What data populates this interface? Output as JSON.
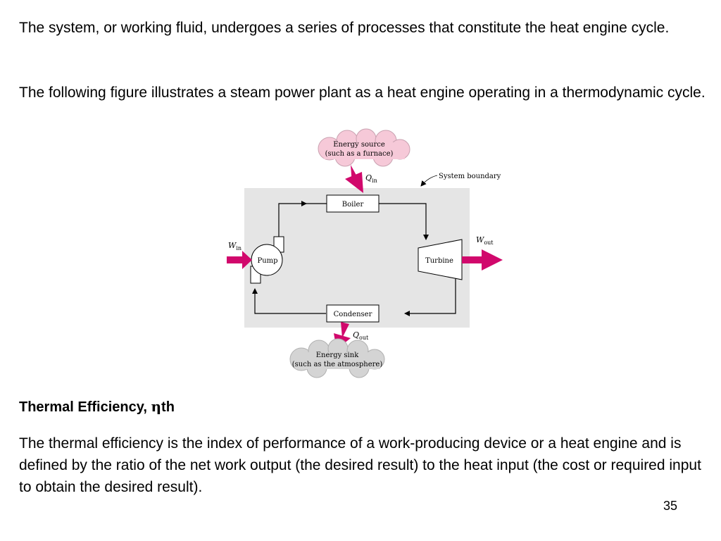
{
  "text": {
    "paragraph_1": "The system, or working fluid, undergoes a series of processes that constitute the heat engine cycle.",
    "paragraph_2": "The following figure illustrates a steam power plant as a heat engine operating in a thermodynamic cycle.",
    "heading_prefix": "Thermal Efficiency, ",
    "heading_symbol": "η",
    "heading_suffix": "th",
    "paragraph_3": "The thermal efficiency is the index of performance of a work-producing device or a heat engine and is defined by the ratio of the net work output (the desired result) to the heat input (the cost or required input to obtain the desired result).",
    "page_number": "35"
  },
  "diagram": {
    "energy_source": {
      "line1": "Energy source",
      "line2": "(such as a furnace)"
    },
    "energy_sink": {
      "line1": "Energy sink",
      "line2": "(such as the atmosphere)"
    },
    "system_boundary": "System boundary",
    "boiler": "Boiler",
    "turbine": "Turbine",
    "pump": "Pump",
    "condenser": "Condenser",
    "q_in": {
      "symbol": "Q",
      "sub": "in"
    },
    "q_out": {
      "symbol": "Q",
      "sub": "out"
    },
    "w_in": {
      "symbol": "W",
      "sub": "in"
    },
    "w_out": {
      "symbol": "W",
      "sub": "out"
    },
    "colors": {
      "arrow": "#d1086c",
      "source_cloud": "#f6c9d8",
      "sink_cloud": "#d4d4d4",
      "boundary_fill": "#e5e5e5"
    }
  }
}
